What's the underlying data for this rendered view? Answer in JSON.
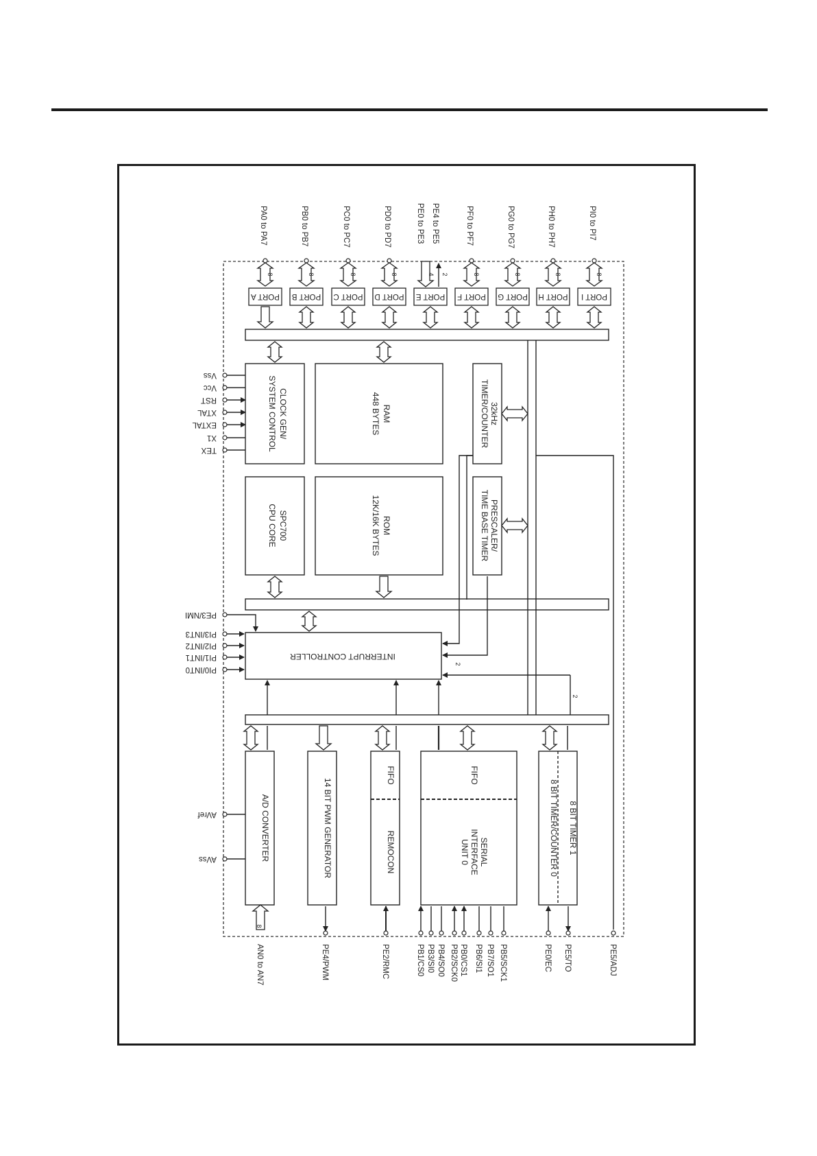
{
  "ports": [
    {
      "pins": "PA0 to PA7",
      "block": "PORT A",
      "bits": "8"
    },
    {
      "pins": "PB0 to PB7",
      "block": "PORT B",
      "bits": "8"
    },
    {
      "pins": "PC0 to PC7",
      "block": "PORT C",
      "bits": "8"
    },
    {
      "pins": "PD0 to PD7",
      "block": "PORT D",
      "bits": "8"
    },
    {
      "pins": "PE0 to PE3",
      "pins2": "PE4 to PE5",
      "block": "PORT E",
      "bits": "4",
      "bits2": "2"
    },
    {
      "pins": "PF0 to PF7",
      "block": "PORT F",
      "bits": "8"
    },
    {
      "pins": "PG0 to PG7",
      "block": "PORT G",
      "bits": "8"
    },
    {
      "pins": "PH0 to PH7",
      "block": "PORT H",
      "bits": "8"
    },
    {
      "pins": "PI0 to PI7",
      "block": "PORT I",
      "bits": "8"
    }
  ],
  "clock_pins": [
    "Vss",
    "Vcc",
    "RST",
    "XTAL",
    "EXTAL",
    "X1",
    "TEX"
  ],
  "blocks": {
    "clock": [
      "CLOCK GEN/",
      "SYSTEM CONTROL"
    ],
    "ram": [
      "RAM",
      "448 BYTES"
    ],
    "timer32": [
      "32kHz",
      "TIMER/COUNTER"
    ],
    "cpu": [
      "SPC700",
      "CPU CORE"
    ],
    "rom": [
      "ROM",
      "12K/16K BYTES"
    ],
    "prescaler": [
      "PRESCALER/",
      "TIME BASE TIMER"
    ],
    "interrupt": "INTERRUPT CONTROLLER",
    "adc": "A/D CONVERTER",
    "pwm": "14 BIT PWM GENERATOR",
    "remocon_fifo": "FIFO",
    "remocon": "REMOCON",
    "serial_fifo": "FIFO",
    "serial": [
      "SERIAL",
      "INTERFACE",
      "UNIT 0"
    ],
    "timer0": "8 BIT TIMER/COUNTER 0",
    "timer1": "8 BIT TIMER 1"
  },
  "interrupt_pins": [
    "PE3/NMI",
    "PI3/INT3",
    "PI2/INT2",
    "PI1/INT1",
    "PI0/INT0"
  ],
  "adc_pins": [
    "AVref",
    "AVss"
  ],
  "bottom_pins": [
    "AN0 to AN7",
    "PE4/PWM",
    "PE2/RMC",
    "PB1/CS0",
    "PB3/SI0",
    "PB4/SO0",
    "PB2/SCK0",
    "PB0/CS1",
    "PB6/SI1",
    "PB7/SO1",
    "PB5/SCK1",
    "PE0/EC",
    "PE5/TO",
    "PE5/ADJ"
  ],
  "bus_labels": {
    "an_bits": "8",
    "int_bits": "2",
    "timer_bits": "2"
  }
}
